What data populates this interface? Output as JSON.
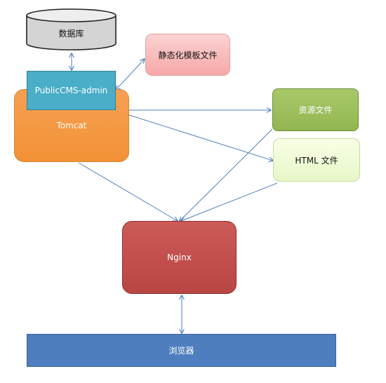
{
  "nodes": {
    "database": "数据库",
    "publiccms_admin": "PublicCMS-admin",
    "tomcat": "Tomcat",
    "static_files": "静态化模板文件",
    "resource_files": "资源文件",
    "html_files": "HTML 文件",
    "nginx": "Nginx",
    "browser": "浏览器"
  },
  "colors": {
    "arrow": "#4f81bd",
    "database_fill": "#d9d9d9",
    "admin_fill": "#4aaec8",
    "tomcat_fill": "#f79646",
    "static_fill": "#f7a7a7",
    "resource_fill": "#9bbb59",
    "html_fill": "#ebf7d0",
    "nginx_fill": "#c0504d",
    "browser_fill": "#4f81bd"
  }
}
